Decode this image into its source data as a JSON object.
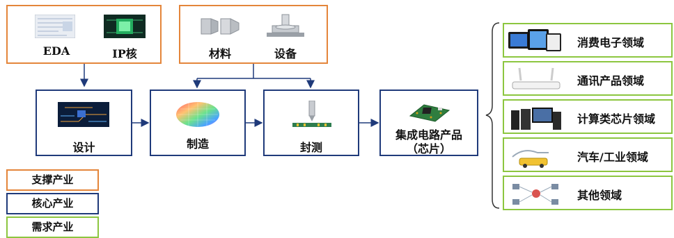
{
  "support": {
    "eda": "EDA",
    "ip": "IP核",
    "materials": "材料",
    "equipment": "设备"
  },
  "core": {
    "design": "设计",
    "manufacturing": "制造",
    "packaging": "封测",
    "product_line1": "集成电路产品",
    "product_line2": "（芯片）"
  },
  "demand": {
    "items": [
      "消费电子领域",
      "通讯产品领域",
      "计算类芯片领域",
      "汽车/工业领域",
      "其他领域"
    ]
  },
  "legend": {
    "support": "支撑产业",
    "core": "核心产业",
    "demand": "需求产业"
  },
  "colors": {
    "support": "#E4853A",
    "core": "#1F3A7A",
    "demand": "#8CC63F",
    "arrow": "#1F3A7A"
  }
}
